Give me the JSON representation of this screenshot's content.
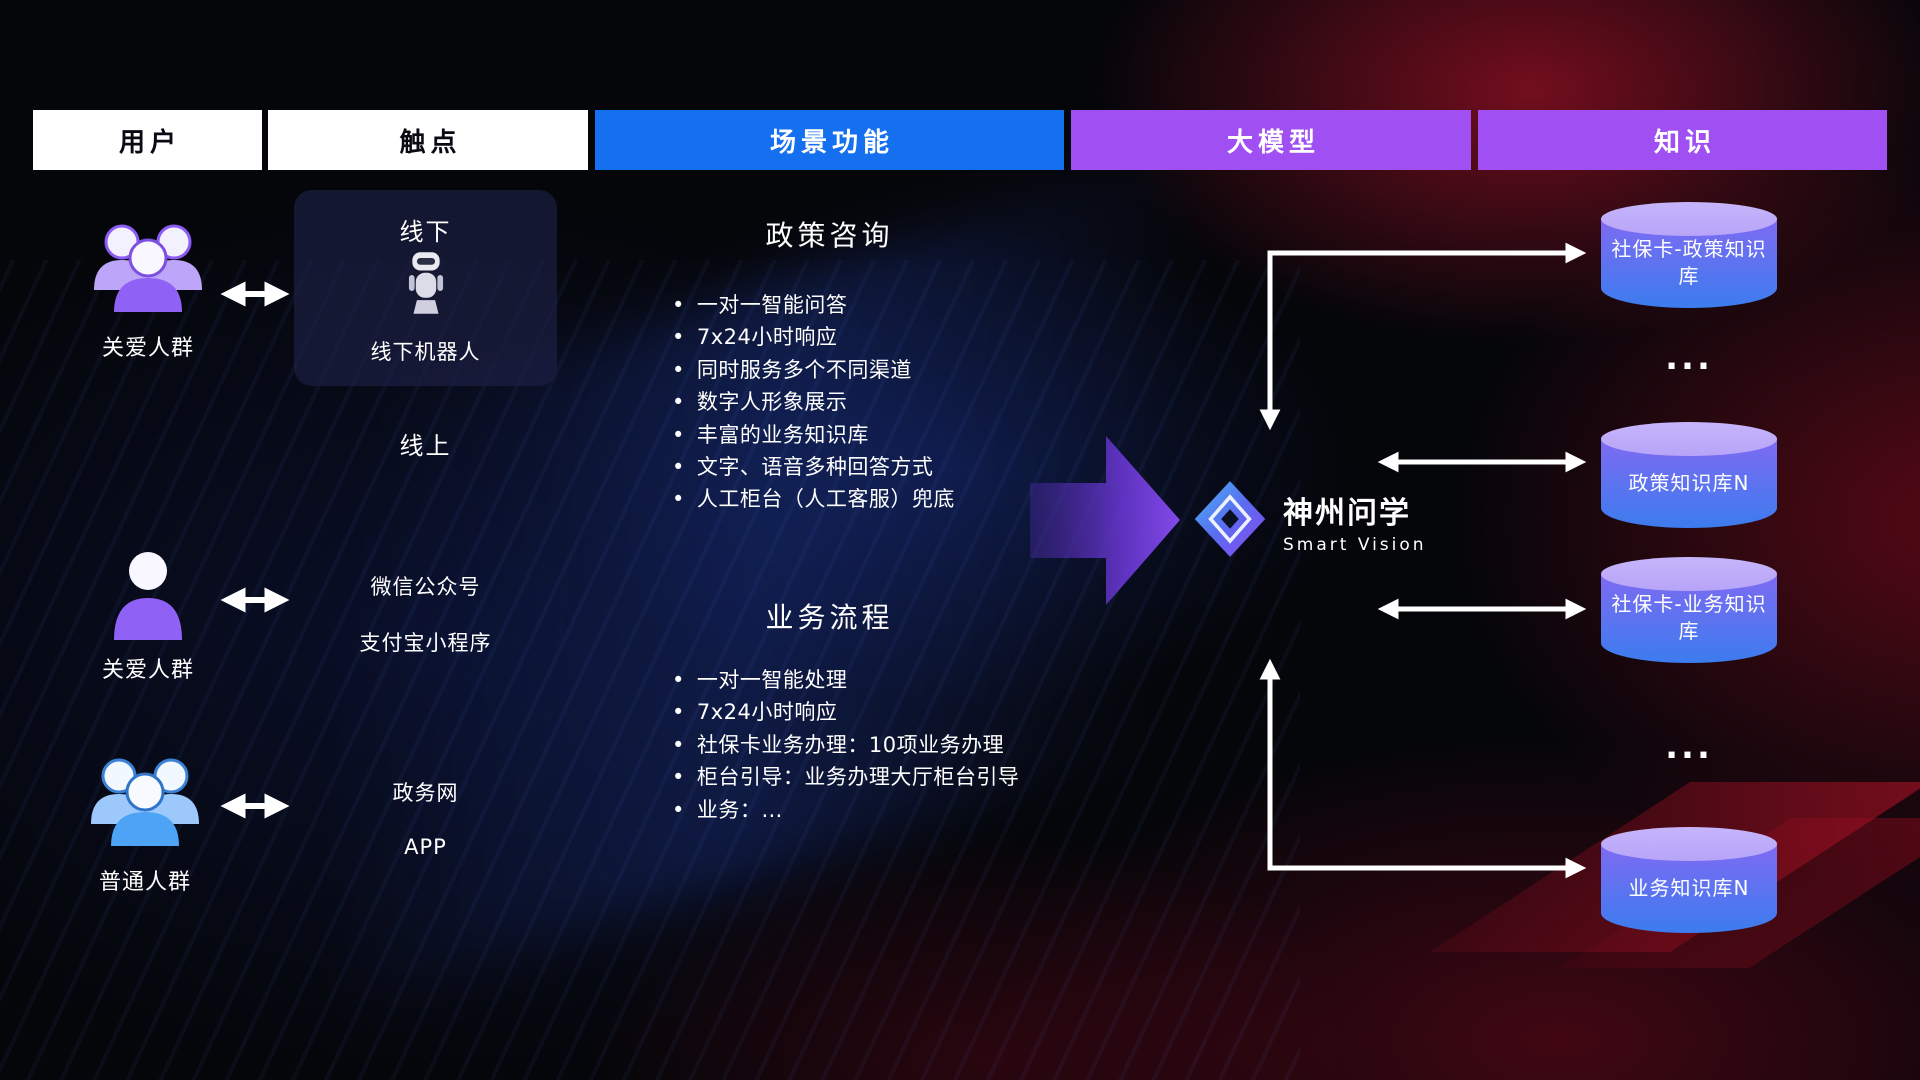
{
  "header": {
    "columns": [
      {
        "label": "用户"
      },
      {
        "label": "触点"
      },
      {
        "label": "场景功能"
      },
      {
        "label": "大模型"
      },
      {
        "label": "知识"
      }
    ]
  },
  "users": [
    {
      "label": "关爱人群"
    },
    {
      "label": "关爱人群"
    },
    {
      "label": "普通人群"
    }
  ],
  "touchpoints": {
    "offline_title": "线下",
    "offline_robot_label": "线下机器人",
    "online_title": "线上",
    "items": [
      "微信公众号",
      "支付宝小程序",
      "政务网",
      "APP"
    ]
  },
  "scenes": [
    {
      "title": "政策咨询",
      "bullets": [
        "一对一智能问答",
        "7x24小时响应",
        "同时服务多个不同渠道",
        "数字人形象展示",
        "丰富的业务知识库",
        "文字、语音多种回答方式",
        "人工柜台（人工客服）兜底"
      ]
    },
    {
      "title": "业务流程",
      "bullets": [
        "一对一智能处理",
        "7x24小时响应",
        "社保卡业务办理：10项业务办理",
        "柜台引导：业务办理大厅柜台引导",
        "业务：…"
      ]
    }
  ],
  "model": {
    "name": "神州问学",
    "subtitle": "Smart Vision"
  },
  "knowledge": {
    "items": [
      "社保卡-政策知识库",
      "政策知识库N",
      "社保卡-业务知识库",
      "业务知识库N"
    ],
    "ellipsis": "..."
  },
  "colors": {
    "header-blue": "#1570ef",
    "header-purple": "#9f4ff2",
    "cylinder-top": "#b7a4f8",
    "cylinder-mid": "#7f6af2",
    "cylinder-bottom": "#3c7cee",
    "big-arrow": "#7a3ff0",
    "user-purple": "#9061f5",
    "user-blue": "#4da3f5"
  }
}
